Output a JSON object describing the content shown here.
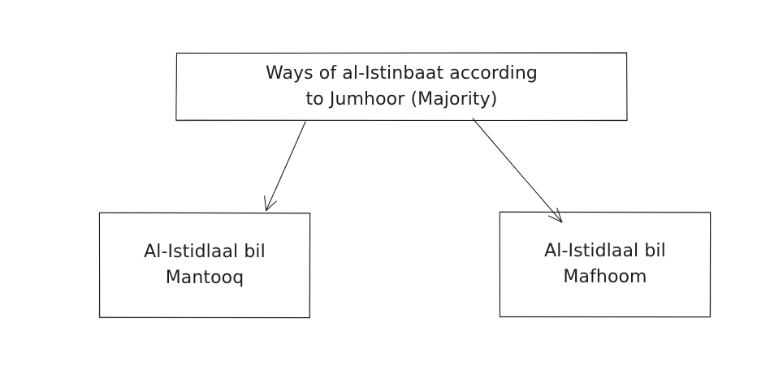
{
  "diagram": {
    "root": {
      "line1": "Ways of al-Istinbaat according",
      "line2": "to Jumhoor (Majority)"
    },
    "left_child": {
      "line1": "Al-Istidlaal bil",
      "line2": "Mantooq"
    },
    "right_child": {
      "line1": "Al-Istidlaal bil",
      "line2": "Mafhoom"
    },
    "stroke_color": "#1e1e1e",
    "background_color": "#ffffff"
  }
}
